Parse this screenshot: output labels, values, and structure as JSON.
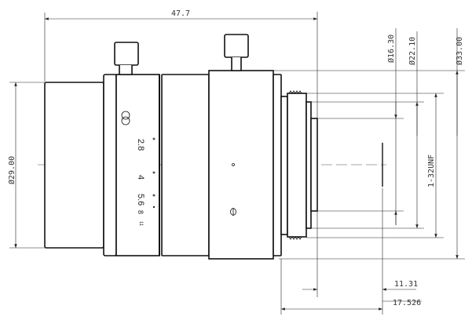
{
  "drawing": {
    "dimensions": {
      "overall_length": "47.7",
      "front_diameter": "Ø29.00",
      "rear_inner_diameter": "Ø16.30",
      "rear_mid_diameter": "Ø22.10",
      "body_diameter": "Ø33.00",
      "mount_thread": "1-32UNF",
      "flange_distance": "11.31",
      "flange_back": "17.526"
    },
    "aperture_scale": [
      "2.8",
      "4",
      "5.6",
      "8",
      "11"
    ],
    "infinity_mark": "∞"
  }
}
